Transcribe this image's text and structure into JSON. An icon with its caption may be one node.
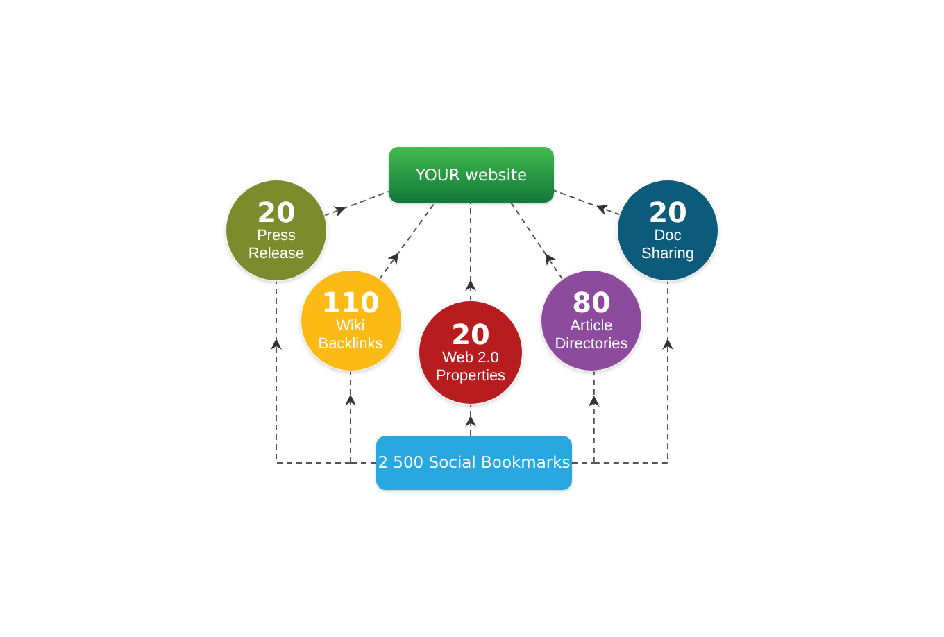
{
  "diagram": {
    "nodes": [
      {
        "text": [
          "YOUR website"
        ]
      },
      {
        "text": [
          "20",
          "Press Release"
        ]
      },
      {
        "text": [
          "110",
          "Wiki Backlinks"
        ]
      },
      {
        "text": [
          "20",
          "Web 2.0 Properties"
        ]
      },
      {
        "text": [
          "80",
          "Article Directories"
        ]
      },
      {
        "text": [
          "20",
          "Doc Sharing"
        ]
      },
      {
        "text": [
          "2 500 Social Bookmarks"
        ]
      }
    ],
    "edges": [
      {
        "from": 1,
        "to": 0,
        "arrow": "to",
        "style": "dashed"
      },
      {
        "from": 2,
        "to": 0,
        "arrow": "to",
        "style": "dashed"
      },
      {
        "from": 3,
        "to": 0,
        "arrow": "to",
        "style": "dashed"
      },
      {
        "from": 4,
        "to": 0,
        "arrow": "to",
        "style": "dashed"
      },
      {
        "from": 5,
        "to": 0,
        "arrow": "to",
        "style": "dashed"
      },
      {
        "from": 6,
        "to": 1,
        "arrow": "to",
        "style": "dashed"
      },
      {
        "from": 6,
        "to": 2,
        "arrow": "to",
        "style": "dashed"
      },
      {
        "from": 6,
        "to": 3,
        "arrow": "to",
        "style": "dashed"
      },
      {
        "from": 6,
        "to": 4,
        "arrow": "to",
        "style": "dashed"
      },
      {
        "from": 6,
        "to": 5,
        "arrow": "to",
        "style": "dashed"
      }
    ]
  }
}
